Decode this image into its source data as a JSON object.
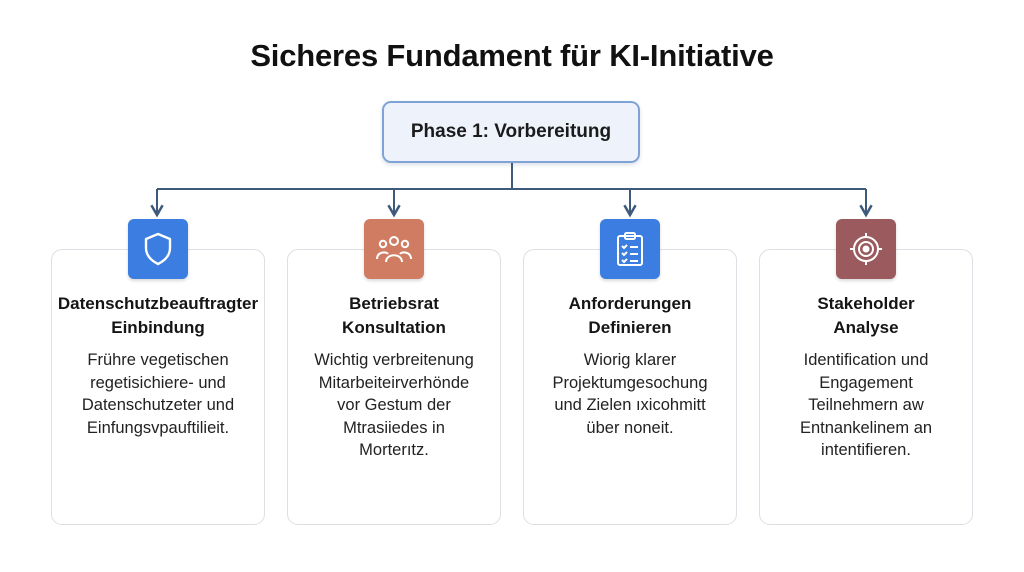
{
  "title": "Sicheres Fundament für KI-Initiative",
  "phase": {
    "label": "Phase 1: Vorbereitung"
  },
  "colors": {
    "connector": "#3e5a7a",
    "phase_border": "#7fa3d6",
    "phase_fill": "#eef3fb"
  },
  "steps": [
    {
      "icon": "shield-icon",
      "icon_color": "#3b7de0",
      "title": [
        "Datenschutzbeauftragter",
        "Einbindung"
      ],
      "description": [
        "Frühre vegetischen",
        "regetisichiere- und",
        "Datenschutzeter und",
        "Einfungsvpauftilieit."
      ]
    },
    {
      "icon": "people-group-icon",
      "icon_color": "#d07c62",
      "title": [
        "Betriebsrat",
        "Konsultation"
      ],
      "description": [
        "Wichtig verbreitenung",
        "Mitarbeiteirverhönde",
        "vor Gestum der",
        "Mtrasiiedes in",
        "Morterıtz."
      ]
    },
    {
      "icon": "clipboard-checklist-icon",
      "icon_color": "#3b7de0",
      "title": [
        "Anforderungen",
        "Definieren"
      ],
      "description": [
        "Wiorig klarer",
        "Projektumgesochung",
        "und Zielen ıxicohmitt",
        "über noneit."
      ]
    },
    {
      "icon": "target-icon",
      "icon_color": "#9b5a5e",
      "title": [
        "Stakeholder",
        "Analyse"
      ],
      "description": [
        "Identification und",
        "Engagement",
        "Teilnehmern aw",
        "Entnankelinem an",
        "intentifieren."
      ]
    }
  ]
}
